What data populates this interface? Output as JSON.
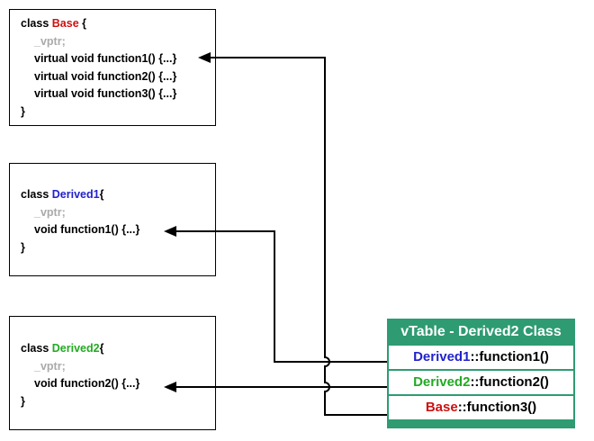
{
  "diagram": {
    "background": "#ffffff",
    "description_colors": {
      "box_border": "#000000",
      "code_text": "#000000",
      "vptr_gray": "#aaaaaa",
      "base_red": "#cc1111",
      "derived1_blue": "#2222cc",
      "derived2_green": "#22aa22",
      "vtable_green": "#2e9b72",
      "vtable_header_text": "#ffffff",
      "arrow": "#000000"
    }
  },
  "class_boxes": [
    {
      "keyword": "class ",
      "name": "Base",
      "open_brace": " {",
      "vptr": "_vptr;",
      "functions": [
        "virtual void function1() {...}",
        "virtual void function2() {...}",
        "virtual void function3() {...}"
      ],
      "close_brace": "}"
    },
    {
      "keyword": "class ",
      "name": "Derived1",
      "open_brace": "{",
      "vptr": "_vptr;",
      "functions": [
        "void function1() {...}"
      ],
      "close_brace": "}"
    },
    {
      "keyword": "class ",
      "name": "Derived2",
      "open_brace": "{",
      "vptr": "_vptr;",
      "functions": [
        "void function2() {...}"
      ],
      "close_brace": "}"
    }
  ],
  "vtable": {
    "title": "vTable - Derived2 Class",
    "rows": [
      {
        "class_name": "Derived1",
        "member": "::function1()"
      },
      {
        "class_name": "Derived2",
        "member": "::function2()"
      },
      {
        "class_name": "Base",
        "member": "::function3()"
      }
    ]
  }
}
